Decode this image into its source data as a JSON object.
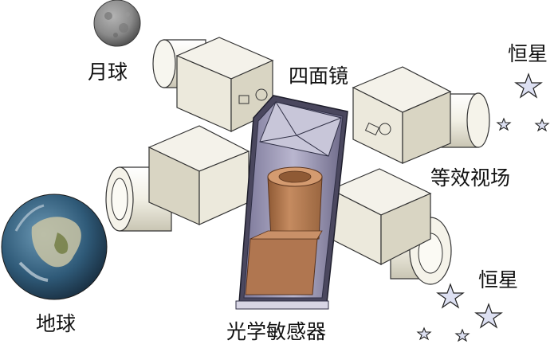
{
  "labels": {
    "moon": "月球",
    "four_mirror": "四面镜",
    "star_top": "恒星",
    "equivalent_fov": "等效视场",
    "star_bottom": "恒星",
    "earth": "地球",
    "optical_sensor": "光学敏感器"
  },
  "colors": {
    "box_face": "#ece9dc",
    "box_top": "#f4f2ea",
    "box_side": "#d9d5c3",
    "lens_body": "#f5f3ea",
    "prism_edge": "#2f2f45",
    "prism_inner": "#9c98b8",
    "copper": "#b57b52",
    "star_fill": "#dde0f2",
    "earth_ocean": "#3f6f8c",
    "moon_gray": "#8b8b8b"
  }
}
